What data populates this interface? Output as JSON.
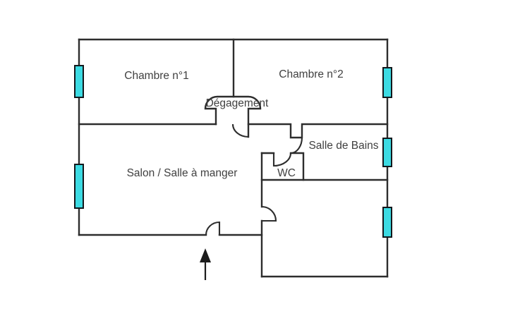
{
  "diagram": {
    "type": "floor-plan",
    "rooms": {
      "chambre1": {
        "label": "Chambre n°1"
      },
      "chambre2": {
        "label": "Chambre n°2"
      },
      "degagement": {
        "label": "Dégagement"
      },
      "salon": {
        "label": "Salon / Salle à manger"
      },
      "salle_de_bains": {
        "label": "Salle de Bains"
      },
      "wc": {
        "label": "WC"
      }
    },
    "colors": {
      "wall": "#2d2d2d",
      "text": "#404040",
      "window_fill": "#3cdbe3",
      "background": "#ffffff"
    },
    "features": {
      "windows_count": "5",
      "entrance": "arrow pointing up at main door"
    }
  }
}
